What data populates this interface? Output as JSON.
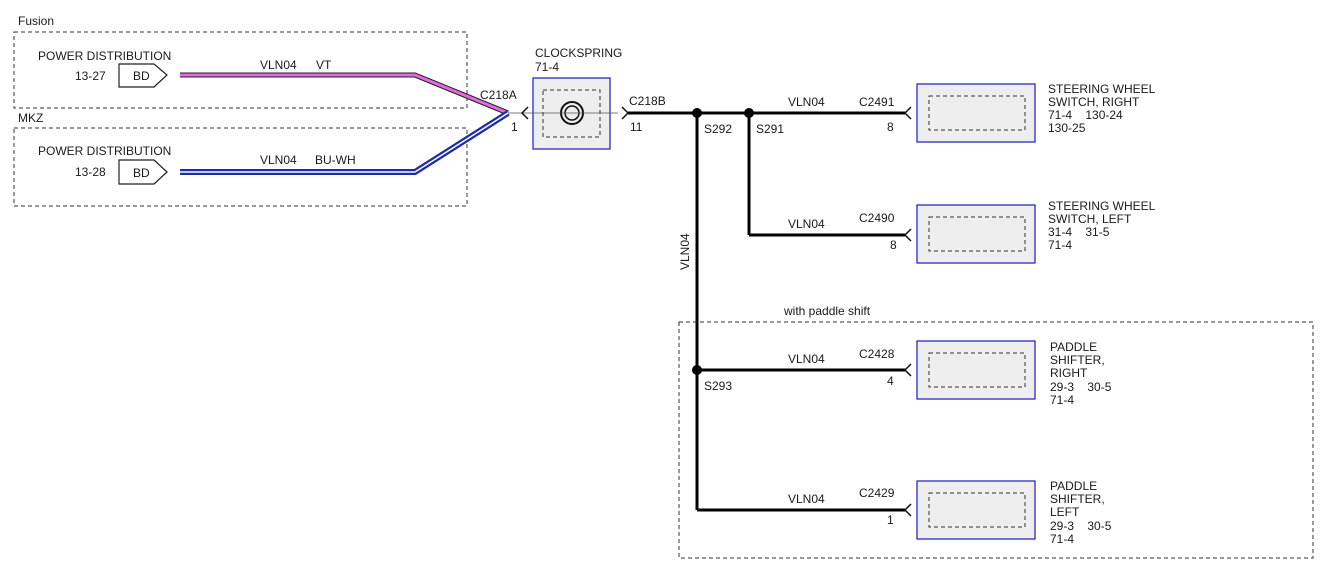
{
  "groups": {
    "fusion": "Fusion",
    "mkz": "MKZ",
    "paddle": "with paddle shift"
  },
  "sources": {
    "fusion": {
      "title": "POWER DISTRIBUTION",
      "ref": "13-27",
      "badge": "BD"
    },
    "mkz": {
      "title": "POWER DISTRIBUTION",
      "ref": "13-28",
      "badge": "BD"
    }
  },
  "wires": {
    "fusion": {
      "circuit": "VLN04",
      "color": "VT",
      "hex": "#e26be0"
    },
    "mkz": {
      "circuit": "VLN04",
      "color": "BU-WH",
      "hex": "#1c2ca6"
    },
    "vertical": "VLN04",
    "sw_right": "VLN04",
    "sw_left": "VLN04",
    "ps_right": "VLN04",
    "ps_left": "VLN04"
  },
  "clockspring": {
    "title": "CLOCKSPRING",
    "ref": "71-4",
    "in_connector": "C218A",
    "in_pin": "1",
    "out_connector": "C218B",
    "out_pin": "11"
  },
  "splices": {
    "s292": "S292",
    "s291": "S291",
    "s293": "S293"
  },
  "components": {
    "sw_right": {
      "connector": "C2491",
      "pin": "8",
      "lines": [
        "STEERING WHEEL",
        "SWITCH, RIGHT",
        "71-4    130-24",
        "130-25"
      ]
    },
    "sw_left": {
      "connector": "C2490",
      "pin": "8",
      "lines": [
        "STEERING WHEEL",
        "SWITCH, LEFT",
        "31-4    31-5",
        "71-4"
      ]
    },
    "ps_right": {
      "connector": "C2428",
      "pin": "4",
      "lines": [
        "PADDLE",
        "SHIFTER,",
        "RIGHT",
        "29-3    30-5",
        "71-4"
      ]
    },
    "ps_left": {
      "connector": "C2429",
      "pin": "1",
      "lines": [
        "PADDLE",
        "SHIFTER,",
        "LEFT",
        "29-3    30-5",
        "71-4"
      ]
    }
  },
  "colors": {
    "component_border": "#2b2bc4",
    "component_fill": "#eeeeee",
    "wire": "#000000"
  }
}
